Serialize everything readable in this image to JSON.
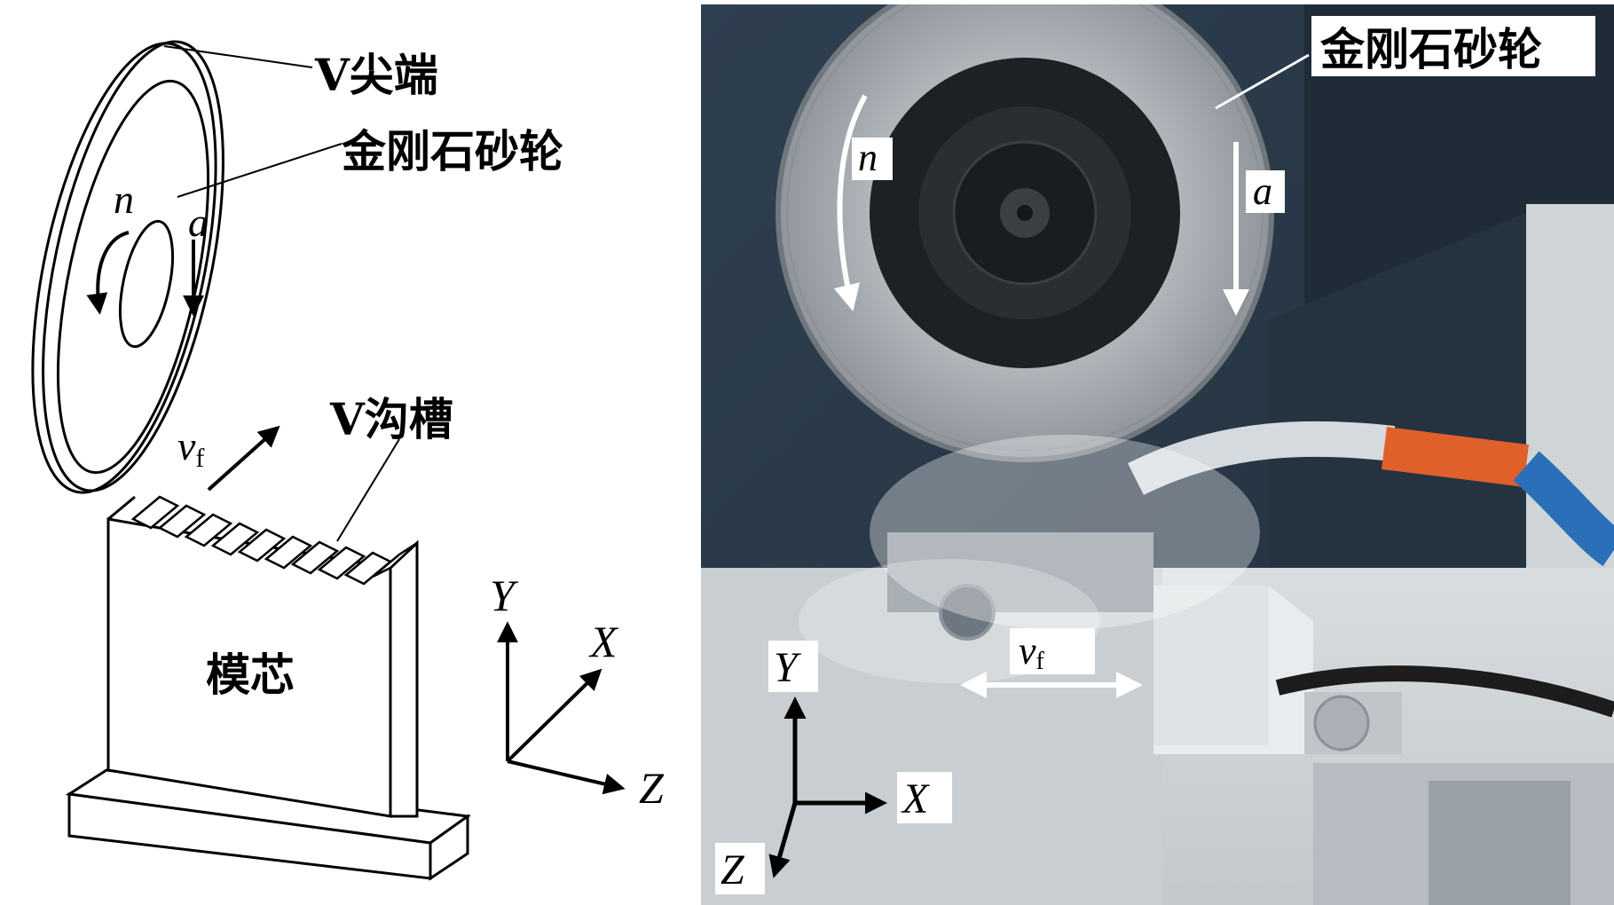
{
  "left_diagram": {
    "label_v_tip": "V尖端",
    "label_wheel": "金刚石砂轮",
    "label_groove": "V沟槽",
    "label_core": "模芯",
    "rotation_symbol": "n",
    "feed_symbol": "a",
    "velocity_symbol": "v",
    "velocity_subscript": "f",
    "axes": {
      "y": "Y",
      "x": "X",
      "z": "Z"
    }
  },
  "right_photo": {
    "label_wheel": "金刚石砂轮",
    "rotation_symbol": "n",
    "feed_symbol": "a",
    "velocity_symbol": "v",
    "velocity_subscript": "f",
    "axes": {
      "y": "Y",
      "x": "X",
      "z": "Z"
    },
    "colors": {
      "machine_dark": "#2b3a48",
      "wheel_silver": "#b9bdc2",
      "hose_orange": "#e0602c",
      "hose_blue": "#2a6fb8",
      "base_white": "#e6e9ea"
    }
  }
}
